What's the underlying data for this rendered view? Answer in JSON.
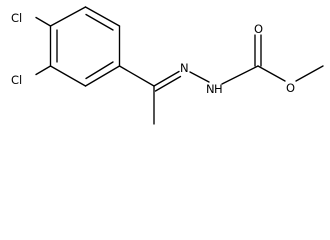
{
  "atoms": {
    "cl_top": "Cl",
    "cl_bottom": "Cl",
    "n_imine": "N",
    "n_amine": "N",
    "h_amine": "H",
    "o_carbonyl": "O",
    "o_ester": "O"
  }
}
